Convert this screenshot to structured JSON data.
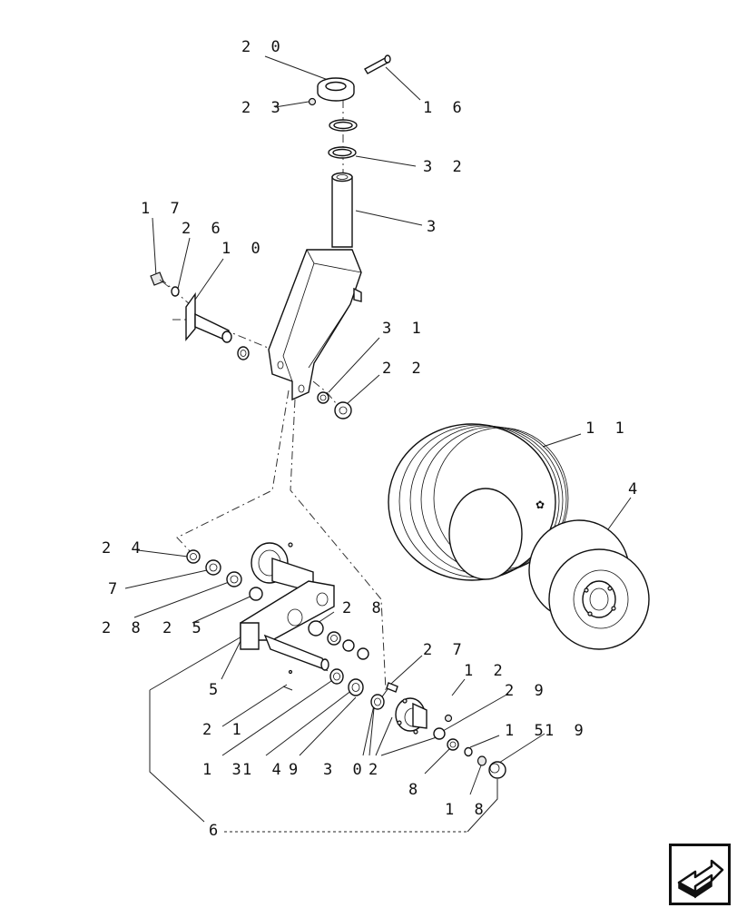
{
  "callouts": [
    {
      "id": "c20",
      "text": "2 0"
    },
    {
      "id": "c23",
      "text": "2 3"
    },
    {
      "id": "c16",
      "text": "1 6"
    },
    {
      "id": "c32",
      "text": "3 2"
    },
    {
      "id": "c3",
      "text": "3"
    },
    {
      "id": "c17",
      "text": "1 7"
    },
    {
      "id": "c26",
      "text": "2 6"
    },
    {
      "id": "c10",
      "text": "1 0"
    },
    {
      "id": "c31",
      "text": "3 1"
    },
    {
      "id": "c22",
      "text": "2 2"
    },
    {
      "id": "c11",
      "text": "1 1"
    },
    {
      "id": "c4",
      "text": "4"
    },
    {
      "id": "c24",
      "text": "2 4"
    },
    {
      "id": "c7",
      "text": "7"
    },
    {
      "id": "c28a",
      "text": "2 8"
    },
    {
      "id": "c25",
      "text": "2 5"
    },
    {
      "id": "c28b",
      "text": "2 8"
    },
    {
      "id": "c5",
      "text": "5"
    },
    {
      "id": "c27",
      "text": "2 7"
    },
    {
      "id": "c12",
      "text": "1 2"
    },
    {
      "id": "c29",
      "text": "2 9"
    },
    {
      "id": "c15",
      "text": "1 5"
    },
    {
      "id": "c19",
      "text": "1 9"
    },
    {
      "id": "c21",
      "text": "2 1"
    },
    {
      "id": "c13",
      "text": "1 3"
    },
    {
      "id": "c14",
      "text": "1 4"
    },
    {
      "id": "c9",
      "text": "9"
    },
    {
      "id": "c30",
      "text": "3 0"
    },
    {
      "id": "c2",
      "text": "2"
    },
    {
      "id": "c8",
      "text": "8"
    },
    {
      "id": "c18",
      "text": "1 8"
    },
    {
      "id": "c6",
      "text": "6"
    }
  ],
  "nav": {
    "icon": "next-page-arrow-icon"
  }
}
